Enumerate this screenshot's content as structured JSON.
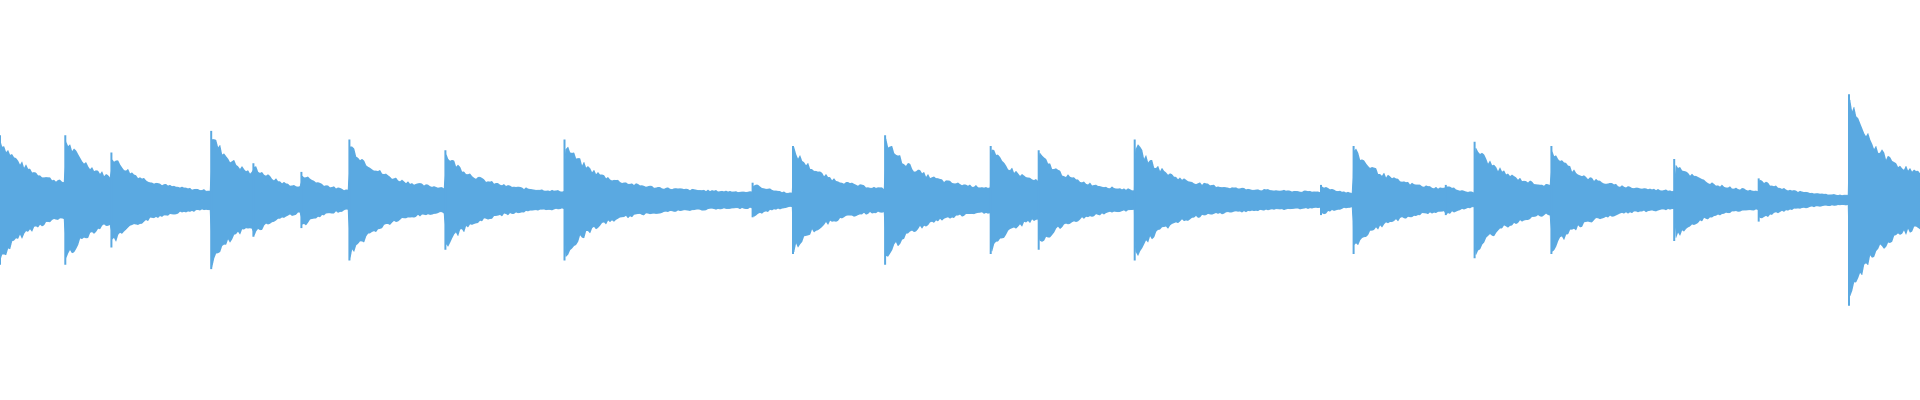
{
  "waveform": {
    "color": "#5aa9e1",
    "background": "#ffffff",
    "onsets": [
      {
        "time": 0.0,
        "peak": 0.3
      },
      {
        "time": 0.034,
        "peak": 0.3
      },
      {
        "time": 0.058,
        "peak": 0.22
      },
      {
        "time": 0.11,
        "peak": 0.32
      },
      {
        "time": 0.132,
        "peak": 0.17
      },
      {
        "time": 0.157,
        "peak": 0.13
      },
      {
        "time": 0.182,
        "peak": 0.28
      },
      {
        "time": 0.232,
        "peak": 0.23
      },
      {
        "time": 0.294,
        "peak": 0.28
      },
      {
        "time": 0.392,
        "peak": 0.08
      },
      {
        "time": 0.413,
        "peak": 0.25
      },
      {
        "time": 0.461,
        "peak": 0.3
      },
      {
        "time": 0.516,
        "peak": 0.25
      },
      {
        "time": 0.541,
        "peak": 0.23
      },
      {
        "time": 0.591,
        "peak": 0.28
      },
      {
        "time": 0.688,
        "peak": 0.07
      },
      {
        "time": 0.705,
        "peak": 0.25
      },
      {
        "time": 0.753,
        "peak": 0.07
      },
      {
        "time": 0.768,
        "peak": 0.27
      },
      {
        "time": 0.808,
        "peak": 0.25
      },
      {
        "time": 0.872,
        "peak": 0.19
      },
      {
        "time": 0.916,
        "peak": 0.1
      },
      {
        "time": 0.963,
        "peak": 0.49
      }
    ],
    "end": 1.0
  }
}
